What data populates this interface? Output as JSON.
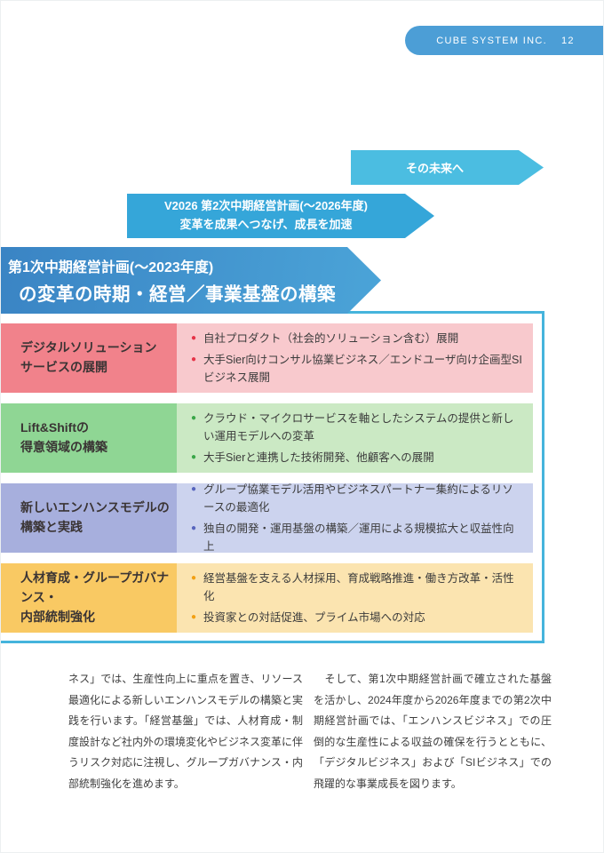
{
  "header": {
    "company": "CUBE SYSTEM INC.",
    "page_number": "12"
  },
  "roadmap": {
    "future_arrow": {
      "label": "その未来へ"
    },
    "plan2_arrow": {
      "line1": "V2026 第2次中期経営計画(〜2026年度)",
      "line2": "変革を成果へつなげ、成長を加速"
    },
    "plan1_arrow": {
      "line1": "第1次中期経営計画(〜2023年度)",
      "line2": "の変革の時期・経営／事業基盤の構築"
    }
  },
  "matrix": {
    "rows": [
      {
        "label": "デジタルソリューション\nサービスの展開",
        "bullets": [
          "自社プロダクト（社会的ソリューション含む）展開",
          "大手Sier向けコンサル協業ビジネス／エンドユーザ向け企画型SIビジネス展開"
        ],
        "label_bg": "#F1828B",
        "body_bg": "#F8C9CD",
        "dot_color": "#E63448"
      },
      {
        "label": "Lift&Shiftの\n得意領域の構築",
        "bullets": [
          "クラウド・マイクロサービスを軸としたシステムの提供と新しい運用モデルへの変革",
          "大手Sierと連携した技術開発、他顧客への展開"
        ],
        "label_bg": "#8FD694",
        "body_bg": "#CBE9C4",
        "dot_color": "#3AA648"
      },
      {
        "label": "新しいエンハンスモデルの\n構築と実践",
        "bullets": [
          "グループ協業モデル活用やビジネスパートナー集約によるリソースの最適化",
          "独自の開発・運用基盤の構築／運用による規模拡大と収益性向上"
        ],
        "label_bg": "#A7AFDD",
        "body_bg": "#CCD3EE",
        "dot_color": "#5765BD"
      },
      {
        "label": "人材育成・グループガバナンス・\n内部統制強化",
        "bullets": [
          "経営基盤を支える人材採用、育成戦略推進・働き方改革・活性化",
          "投資家との対話促進、プライム市場への対応"
        ],
        "label_bg": "#F9C963",
        "body_bg": "#FBE4B0",
        "dot_color": "#F2A013"
      }
    ]
  },
  "body_text": {
    "left_column": "ネス」では、生産性向上に重点を置き、リソース最適化による新しいエンハンスモデルの構築と実践を行います。「経営基盤」では、人材育成・制度設計など社内外の環境変化やビジネス変革に伴うリスク対応に注視し、グループガバナンス・内部統制強化を進めます。",
    "right_column": "　そして、第1次中期経営計画で確立された基盤を活かし、2024年度から2026年度までの第2次中期経営計画では、「エンハンスビジネス」での圧倒的な生産性による収益の確保を行うとともに、「デジタルビジネス」および「SIビジネス」での飛躍的な事業成長を図ります。"
  },
  "icons": {
    "bullet_dot": "●"
  },
  "colors": {
    "header_pill": "#4C9ED6",
    "future_arrow": "#4BBDE1",
    "plan2_arrow": "#35A6D9",
    "plan1_arrow_gradient": [
      "#3A84C4",
      "#4BA4D8"
    ],
    "matrix_border": "#45B4DC",
    "text": "#3C3C3C"
  }
}
